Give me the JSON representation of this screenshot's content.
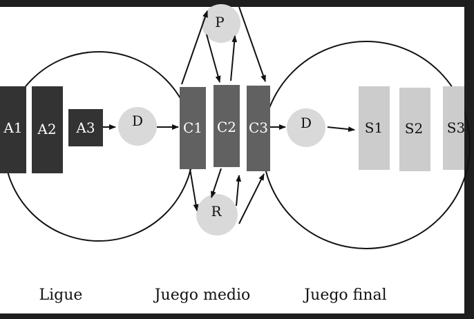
{
  "diagram": {
    "colors": {
      "background": "#1e1e1e",
      "panel": "#ffffff",
      "line": "#111111",
      "box_dark": "#333333",
      "box_mid": "#616161",
      "box_light": "#cccccc",
      "node": "#d9d9d9",
      "text_light": "#ffffff",
      "text_dark": "#111111"
    },
    "ligue_boxes": [
      "A1",
      "A2",
      "A3"
    ],
    "middle_boxes": [
      "C1",
      "C2",
      "C3"
    ],
    "final_boxes": [
      "S1",
      "S2",
      "S3"
    ],
    "left_d_node": "D",
    "right_d_node": "D",
    "top_node": "P",
    "bottom_node": "R",
    "labels": {
      "ligue": "Ligue",
      "juego_medio": "Juego medio",
      "juego_final": "Juego final"
    }
  }
}
